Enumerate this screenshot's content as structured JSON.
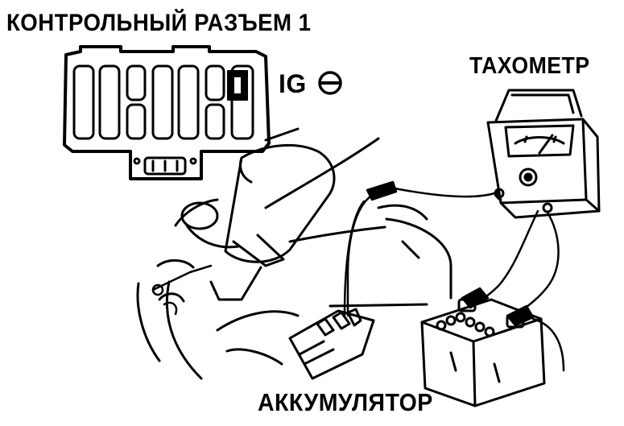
{
  "labels": {
    "connector_title": "КОНТРОЛЬНЫЙ РАЗЪЕМ 1",
    "tachometer": "ТАХОМЕТР",
    "battery": "АККУМУЛЯТОР",
    "ig_terminal": "IG"
  },
  "symbols": {
    "ig_polarity": "minus-circle"
  },
  "colors": {
    "ink": "#000000",
    "paper": "#ffffff"
  }
}
